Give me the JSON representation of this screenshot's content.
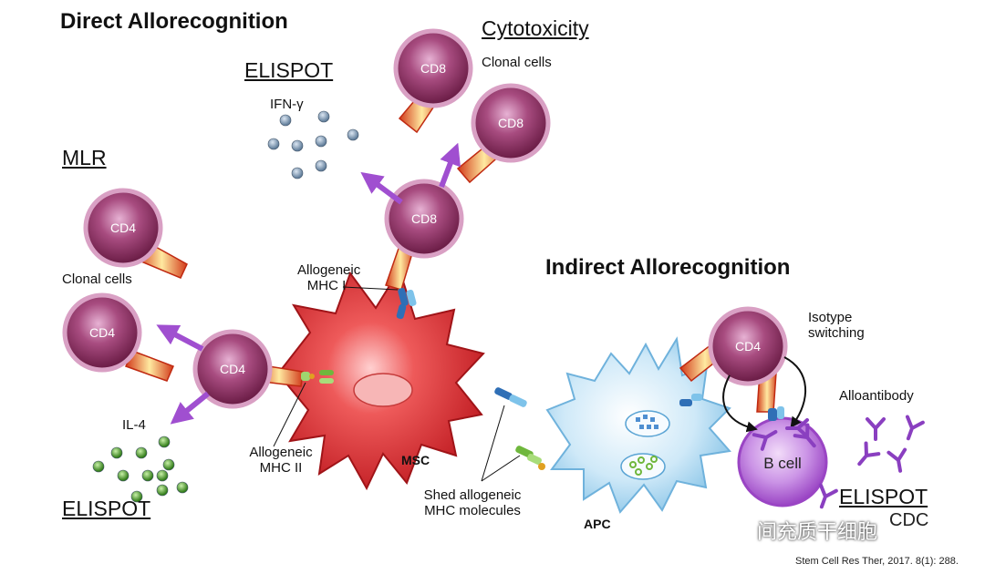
{
  "titles": {
    "direct": "Direct Allorecognition",
    "indirect": "Indirect Allorecognition"
  },
  "assays": {
    "elispot_top": "ELISPOT",
    "cytotoxicity": "Cytotoxicity",
    "mlr": "MLR",
    "elispot_left": "ELISPOT",
    "elispot_right": "ELISPOT",
    "cdc": "CDC"
  },
  "cells": {
    "cd8": "CD8",
    "cd4": "CD4",
    "msc": "MSC",
    "apc": "APC",
    "bcell": "B cell"
  },
  "annotations": {
    "ifn": "IFN-γ",
    "il4": "IL-4",
    "clonal_top": "Clonal cells",
    "clonal_left": "Clonal cells",
    "mhc1": [
      "Allogeneic",
      "MHC I"
    ],
    "mhc2": [
      "Allogeneic",
      "MHC II"
    ],
    "shed": [
      "Shed allogeneic",
      "MHC molecules"
    ],
    "isotype": [
      "Isotype",
      "switching"
    ],
    "alloantibody": "Alloantibody"
  },
  "citation": "Stem Cell Res Ther, 2017. 8(1): 288.",
  "watermark": "间充质干细胞",
  "colors": {
    "tcell": "#8a2e5e",
    "tcell_ring": "#d9a0c4",
    "arrow": "#a04fd0",
    "msc": "#d8262c",
    "apc": "#a9d6f0",
    "bcell": "#a24cc9",
    "antibody": "#8a3fc0",
    "ifn_dot": "#7f97b0",
    "il4_dot": "#4d9e2e"
  }
}
